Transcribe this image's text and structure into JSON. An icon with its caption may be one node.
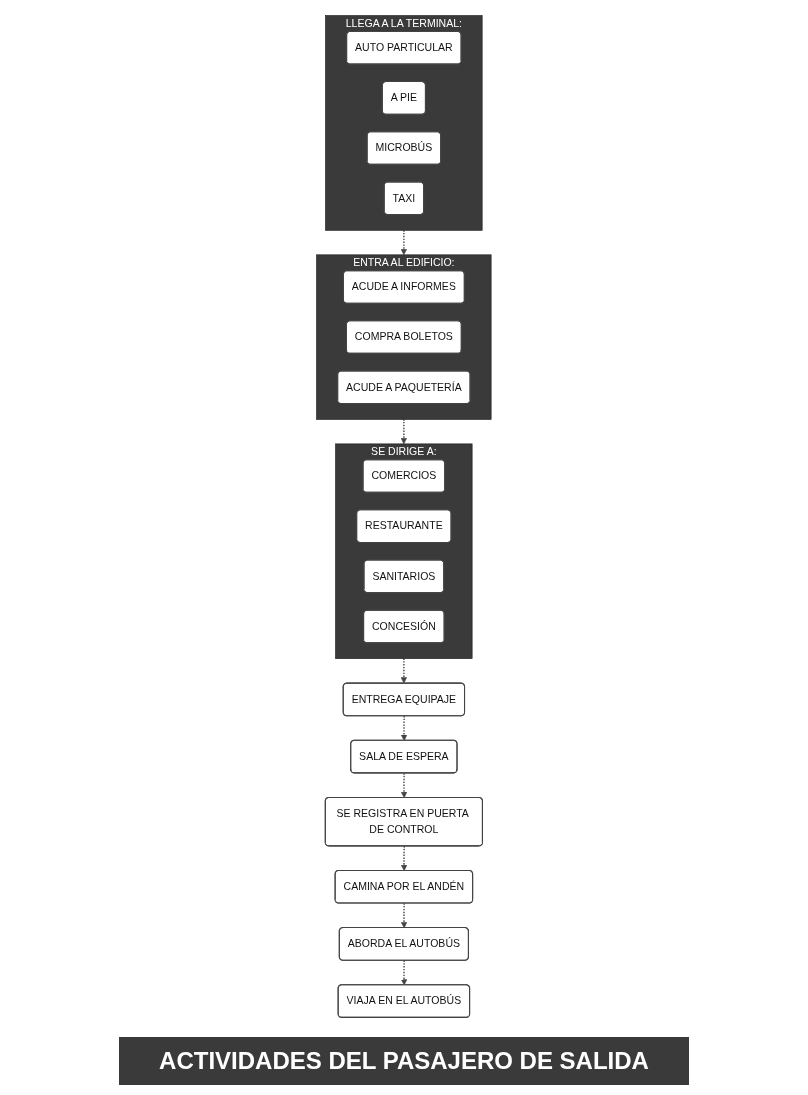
{
  "diagram": {
    "title": "ACTIVIDADES DEL PASAJERO DE SALIDA",
    "nodes": [
      {
        "text": [
          "LLEGA A LA TERMINAL:"
        ]
      },
      {
        "text": [
          "AUTO PARTICULAR"
        ],
        "in": 0
      },
      {
        "text": [
          "A PIE"
        ],
        "in": 0
      },
      {
        "text": [
          "MICROBÚS"
        ],
        "in": 0
      },
      {
        "text": [
          "TAXI"
        ],
        "in": 0
      },
      {
        "text": [
          "ENTRA AL EDIFICIO:"
        ]
      },
      {
        "text": [
          "ACUDE A INFORMES"
        ],
        "in": 5
      },
      {
        "text": [
          "COMPRA BOLETOS"
        ],
        "in": 5
      },
      {
        "text": [
          "ACUDE A PAQUETERÍA"
        ],
        "in": 5
      },
      {
        "text": [
          "SE DIRIGE A:"
        ]
      },
      {
        "text": [
          "COMERCIOS"
        ],
        "in": 9
      },
      {
        "text": [
          "RESTAURANTE"
        ],
        "in": 9
      },
      {
        "text": [
          "SANITARIOS"
        ],
        "in": 9
      },
      {
        "text": [
          "CONCESIÓN"
        ],
        "in": 9
      },
      {
        "text": [
          "ENTREGA EQUIPAJE"
        ]
      },
      {
        "text": [
          "SALA DE ESPERA"
        ]
      },
      {
        "text": [
          "SE REGISTRA EN PUERTA DE CONTROL"
        ]
      },
      {
        "text": [
          "CAMINA POR EL ANDÉN"
        ]
      },
      {
        "text": [
          "ABORDA EL AUTOBÚS"
        ]
      },
      {
        "text": [
          "VIAJA EN EL AUTOBÚS"
        ]
      }
    ],
    "edges": [
      {
        "from": 0,
        "to": 5,
        "arrow": "to",
        "style": "dashed"
      },
      {
        "from": 5,
        "to": 9,
        "arrow": "to",
        "style": "dashed"
      },
      {
        "from": 9,
        "to": 14,
        "arrow": "to",
        "style": "dashed"
      },
      {
        "from": 14,
        "to": 15,
        "arrow": "to",
        "style": "dashed"
      },
      {
        "from": 15,
        "to": 16,
        "arrow": "to",
        "style": "dashed"
      },
      {
        "from": 16,
        "to": 17,
        "arrow": "to",
        "style": "dashed"
      },
      {
        "from": 17,
        "to": 18,
        "arrow": "to",
        "style": "dashed"
      },
      {
        "from": 18,
        "to": 19,
        "arrow": "to",
        "style": "dashed"
      }
    ]
  }
}
